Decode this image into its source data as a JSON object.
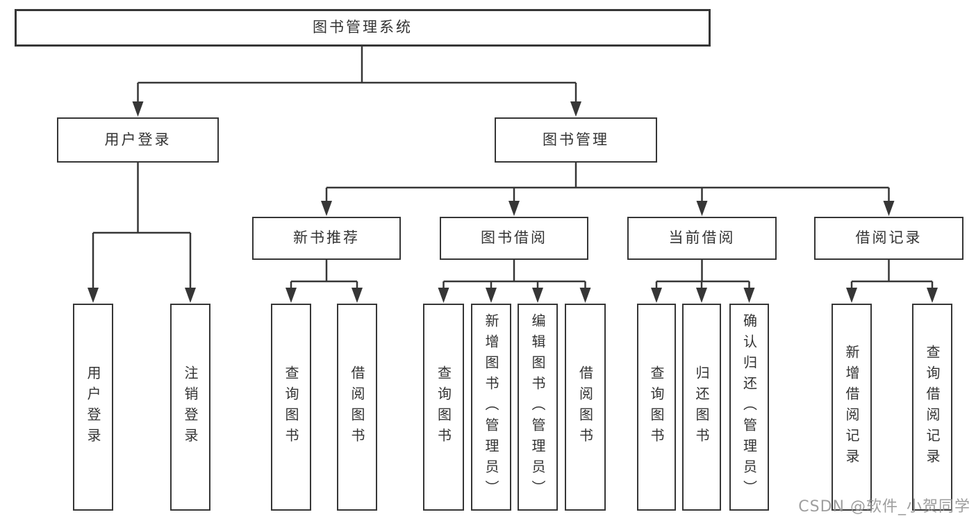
{
  "diagram": {
    "title": "图书管理系统",
    "type": "hierarchy-tree",
    "nodes": {
      "root": {
        "label": "图书管理系统"
      },
      "user_login": {
        "label": "用户登录"
      },
      "book_management": {
        "label": "图书管理"
      },
      "new_book_recommend": {
        "label": "新书推荐"
      },
      "book_borrow": {
        "label": "图书借阅"
      },
      "current_borrow": {
        "label": "当前借阅"
      },
      "borrow_records": {
        "label": "借阅记录"
      },
      "leaf_user_login": {
        "label": "用户登录"
      },
      "leaf_logout": {
        "label": "注销登录"
      },
      "leaf_nb_query_book": {
        "label": "查询图书"
      },
      "leaf_nb_borrow_book": {
        "label": "借阅图书"
      },
      "leaf_bb_query_book": {
        "label": "查询图书"
      },
      "leaf_bb_add_book": {
        "label": "新增图书（管理员）"
      },
      "leaf_bb_edit_book": {
        "label": "编辑图书（管理员）"
      },
      "leaf_bb_borrow_book": {
        "label": "借阅图书"
      },
      "leaf_cb_query_book": {
        "label": "查询图书"
      },
      "leaf_cb_return_book": {
        "label": "归还图书"
      },
      "leaf_cb_confirm_return": {
        "label": "确认归还（管理员）"
      },
      "leaf_br_add_record": {
        "label": "新增借阅记录"
      },
      "leaf_br_query_record": {
        "label": "查询借阅记录"
      }
    },
    "hierarchy": {
      "图书管理系统": {
        "用户登录": [
          "用户登录",
          "注销登录"
        ],
        "图书管理": {
          "新书推荐": [
            "查询图书",
            "借阅图书"
          ],
          "图书借阅": [
            "查询图书",
            "新增图书（管理员）",
            "编辑图书（管理员）",
            "借阅图书"
          ],
          "当前借阅": [
            "查询图书",
            "归还图书",
            "确认归还（管理员）"
          ],
          "借阅记录": [
            "新增借阅记录",
            "查询借阅记录"
          ]
        }
      }
    }
  },
  "watermark": {
    "text": "CSDN @软件_小贺同学"
  },
  "colors": {
    "line": "#363636",
    "border": "#363636",
    "text": "#333333",
    "watermark": "#949494",
    "background": "#ffffff"
  }
}
